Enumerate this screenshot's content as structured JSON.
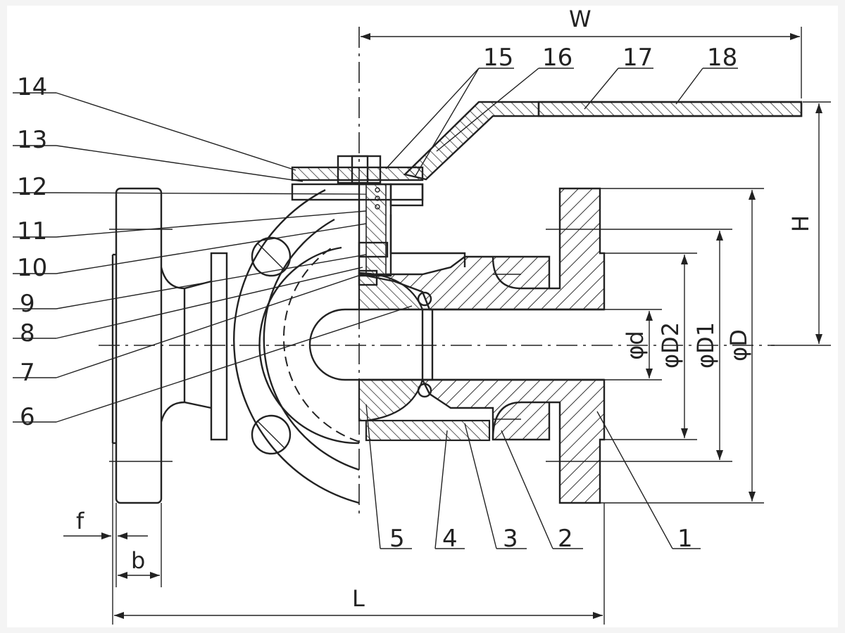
{
  "colors": {
    "line": "#222222",
    "background": "#f4f4f4",
    "frame": "#ffffff"
  },
  "part_labels": [
    "1",
    "2",
    "3",
    "4",
    "5",
    "6",
    "7",
    "8",
    "9",
    "10",
    "11",
    "12",
    "13",
    "14",
    "15",
    "16",
    "17",
    "18"
  ],
  "dimensions": {
    "W": "W",
    "H": "H",
    "L": "L",
    "f": "f",
    "b": "b",
    "d": "φd",
    "D2": "φD2",
    "D1": "φD1",
    "D": "φD"
  }
}
